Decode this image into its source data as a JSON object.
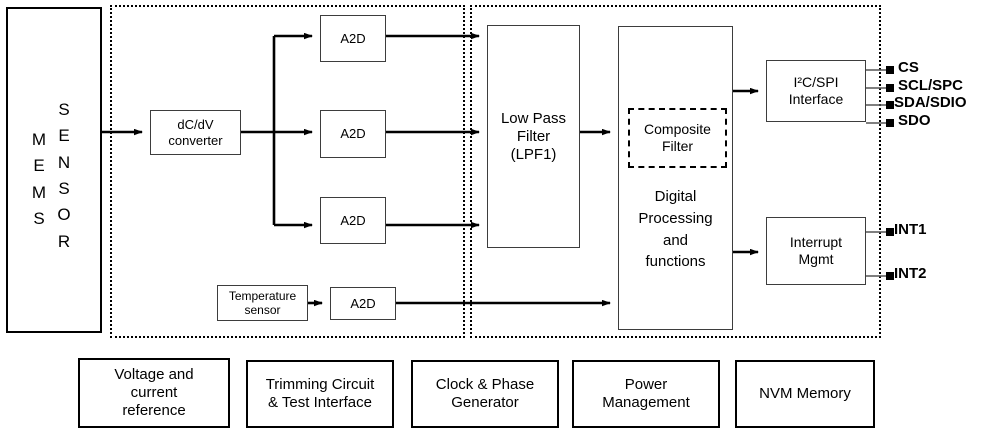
{
  "diagram": {
    "title": "MEMS sensor block diagram",
    "zones": [
      {
        "name": "analog-zone",
        "label": ""
      },
      {
        "name": "digital-zone",
        "label": ""
      }
    ],
    "mems": {
      "col1": [
        "M",
        "E",
        "M",
        "S"
      ],
      "col2": [
        "S",
        "E",
        "N",
        "S",
        "O",
        "R"
      ]
    },
    "blocks": {
      "dcdv": {
        "line1": "dC/dV",
        "line2": "converter"
      },
      "a2d1": "A2D",
      "a2d2": "A2D",
      "a2d3": "A2D",
      "a2d_temp": "A2D",
      "temp_sensor": {
        "line1": "Temperature",
        "line2": "sensor"
      },
      "lpf": {
        "line1": "Low Pass",
        "line2": "Filter",
        "line3": "(LPF1)"
      },
      "composite_filter": {
        "line1": "Composite",
        "line2": "Filter"
      },
      "digital_processing": {
        "line1": "Digital",
        "line2": "Processing",
        "line3": "and",
        "line4": "functions"
      },
      "interface": {
        "line1": "I²C/SPI",
        "line2": "Interface"
      },
      "interrupt": {
        "line1": "Interrupt",
        "line2": "Mgmt"
      }
    },
    "pins": [
      {
        "name": "cs",
        "label": "CS"
      },
      {
        "name": "scl-spc",
        "label": "SCL/SPC"
      },
      {
        "name": "sda-sdio",
        "label": "SDA/SDIO"
      },
      {
        "name": "sdo",
        "label": "SDO"
      },
      {
        "name": "int1",
        "label": "INT1"
      },
      {
        "name": "int2",
        "label": "INT2"
      }
    ],
    "bottom_blocks": [
      {
        "name": "voltage-current-reference",
        "line1": "Voltage and",
        "line2": "current",
        "line3": "reference"
      },
      {
        "name": "trimming-circuit-test-interface",
        "line1": "Trimming Circuit",
        "line2": "& Test Interface",
        "line3": ""
      },
      {
        "name": "clock-phase-generator",
        "line1": "Clock & Phase",
        "line2": "Generator",
        "line3": ""
      },
      {
        "name": "power-management",
        "line1": "Power",
        "line2": "Management",
        "line3": ""
      },
      {
        "name": "nvm-memory",
        "line1": "NVM Memory",
        "line2": "",
        "line3": ""
      }
    ],
    "colors": {
      "line": "#000000",
      "box_border": "#3d3d3d",
      "background": "#ffffff"
    }
  }
}
